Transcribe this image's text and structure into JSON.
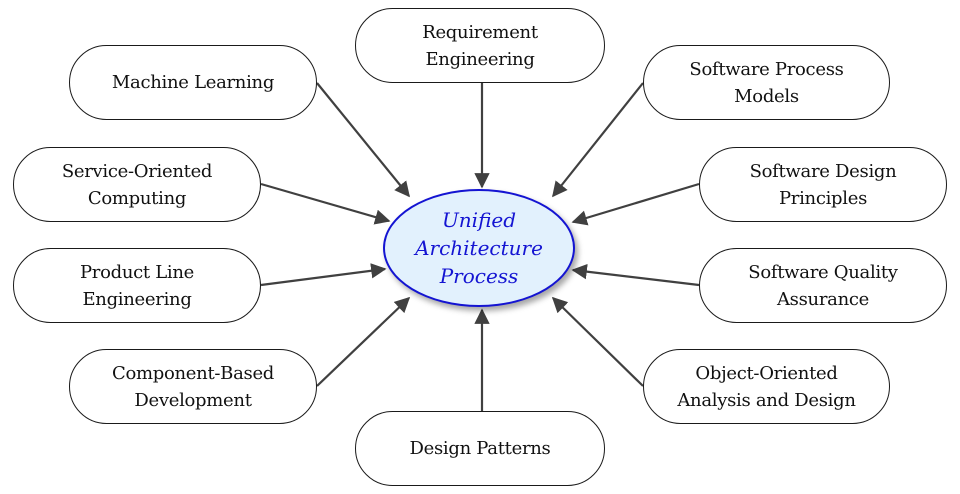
{
  "diagram": {
    "center": {
      "label": "Unified\nArchitecture\nProcess",
      "fill_color": "#e2f1fd",
      "border_color": "#1414d2",
      "text_color": "#1414d2"
    },
    "edge_color": "#404040",
    "edge_direction": "into-center",
    "nodes": [
      {
        "id": "requirement-engineering",
        "label": "Requirement\nEngineering"
      },
      {
        "id": "machine-learning",
        "label": "Machine Learning"
      },
      {
        "id": "software-process-models",
        "label": "Software Process\nModels"
      },
      {
        "id": "service-oriented-computing",
        "label": "Service-Oriented\nComputing"
      },
      {
        "id": "software-design-principles",
        "label": "Software Design\nPrinciples"
      },
      {
        "id": "product-line-engineering",
        "label": "Product Line\nEngineering"
      },
      {
        "id": "software-quality-assurance",
        "label": "Software Quality\nAssurance"
      },
      {
        "id": "component-based-development",
        "label": "Component-Based\nDevelopment"
      },
      {
        "id": "object-oriented-analysis-and-design",
        "label": "Object-Oriented\nAnalysis and Design"
      },
      {
        "id": "design-patterns",
        "label": "Design Patterns"
      }
    ]
  }
}
